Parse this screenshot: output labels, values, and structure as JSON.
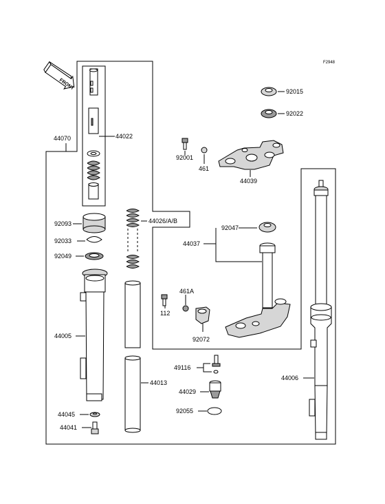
{
  "diagram": {
    "figure_code": "F2948",
    "front_label": "FRONT",
    "parts": {
      "p44070": "44070",
      "p44022": "44022",
      "p44026": "44026/A/B",
      "p92093": "92093",
      "p92033": "92033",
      "p92049": "92049",
      "p44005": "44005",
      "p44013": "44013",
      "p44045": "44045",
      "p44041": "44041",
      "p92015": "92015",
      "p92022": "92022",
      "p92001": "92001",
      "p461": "461",
      "p44039": "44039",
      "p92047": "92047",
      "p44037": "44037",
      "p461A": "461A",
      "p112": "112",
      "p92072": "92072",
      "p49116": "49116",
      "p44029": "44029",
      "p92055": "92055",
      "p44006": "44006"
    }
  }
}
